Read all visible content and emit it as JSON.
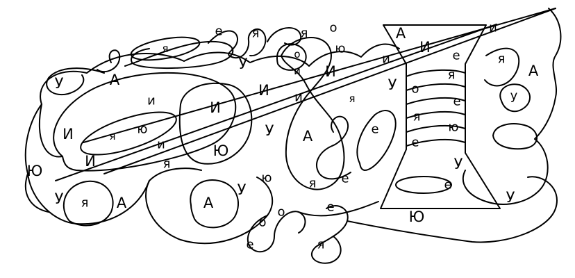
{
  "letters": [
    "У",
    "А",
    "я",
    "е",
    "я",
    "я",
    "о",
    "У",
    "о",
    "ю",
    "и",
    "И",
    "и",
    "А",
    "И",
    "е",
    "я",
    "А",
    "И",
    "И",
    "и",
    "и",
    "я",
    "У",
    "о",
    "я",
    "е",
    "И",
    "я",
    "ю",
    "и",
    "И",
    "я",
    "Ю",
    "е",
    "я",
    "е",
    "ю",
    "Ю",
    "У",
    "я",
    "А",
    "А",
    "У",
    "ю",
    "я",
    "е",
    "е",
    "У",
    "е",
    "о",
    "о",
    "е",
    "я",
    "Ю",
    "У",
    "А",
    "У",
    "у",
    "и"
  ]
}
